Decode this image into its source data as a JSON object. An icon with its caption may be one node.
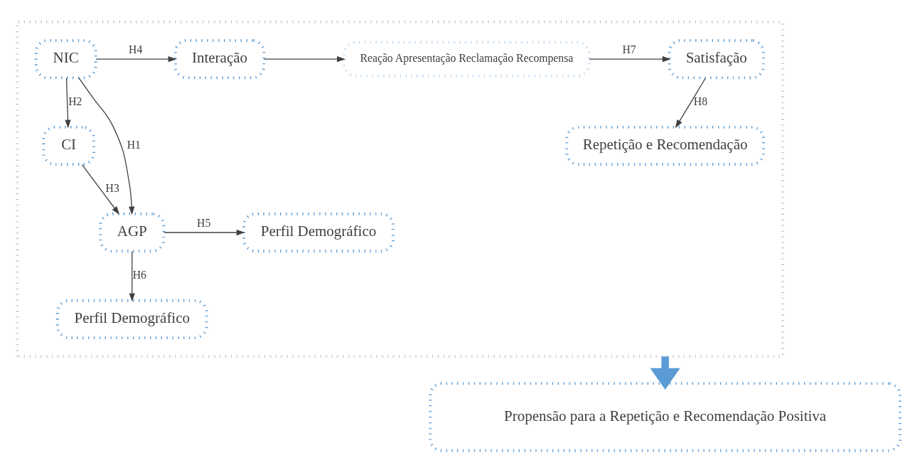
{
  "diagram": {
    "nodes": [
      {
        "text": [],
        "shape": "box"
      },
      {
        "text": [
          "NIC"
        ],
        "in": 0
      },
      {
        "text": [
          "Interação"
        ],
        "in": 0
      },
      {
        "text": [
          "Reação Apresentação Reclamação Recompensa"
        ],
        "in": 0
      },
      {
        "text": [
          "Satisfação"
        ],
        "in": 0
      },
      {
        "text": [
          "CI"
        ],
        "in": 0
      },
      {
        "text": [
          "AGP"
        ],
        "in": 0
      },
      {
        "text": [
          "Perfil Demográfico"
        ],
        "in": 0
      },
      {
        "text": [
          "Perfil Demográfico"
        ],
        "in": 0
      },
      {
        "text": [
          "Repetição e Recomendação"
        ],
        "in": 0
      },
      {
        "text": [
          "Propensão para a Repetição e Recomendação Positiva"
        ]
      }
    ],
    "edges": [
      {
        "from": 1,
        "to": 6,
        "arrow": "to",
        "label": "H1"
      },
      {
        "from": 1,
        "to": 5,
        "arrow": "to",
        "label": "H2"
      },
      {
        "from": 5,
        "to": 6,
        "arrow": "to",
        "label": "H3"
      },
      {
        "from": 1,
        "to": 2,
        "arrow": "to",
        "label": "H4"
      },
      {
        "from": 6,
        "to": 7,
        "arrow": "to",
        "label": "H5"
      },
      {
        "from": 6,
        "to": 8,
        "arrow": "to",
        "label": "H6"
      },
      {
        "from": 2,
        "to": 3,
        "arrow": "to"
      },
      {
        "from": 3,
        "to": 4,
        "arrow": "to",
        "label": "H7"
      },
      {
        "from": 4,
        "to": 9,
        "arrow": "to",
        "label": "H8"
      },
      {
        "from": 0,
        "to": 10,
        "arrow": "to",
        "style": "thick",
        "color": "#5b9bd5"
      }
    ]
  }
}
